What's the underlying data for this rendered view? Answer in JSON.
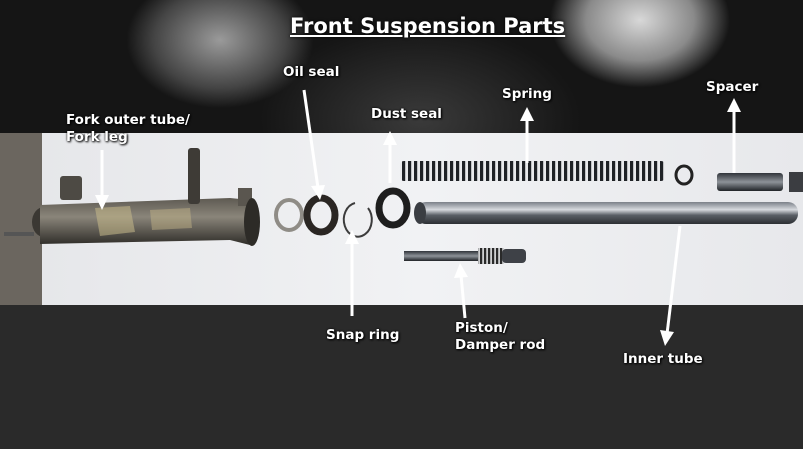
{
  "title": "Front Suspension Parts",
  "labels": {
    "fork_outer_tube": [
      "Fork outer tube/",
      "Fork leg"
    ],
    "oil_seal": "Oil seal",
    "dust_seal": "Dust seal",
    "spring": "Spring",
    "spacer": "Spacer",
    "snap_ring": "Snap ring",
    "piston": [
      "Piston/",
      "Damper rod"
    ],
    "inner_tube": "Inner tube"
  }
}
